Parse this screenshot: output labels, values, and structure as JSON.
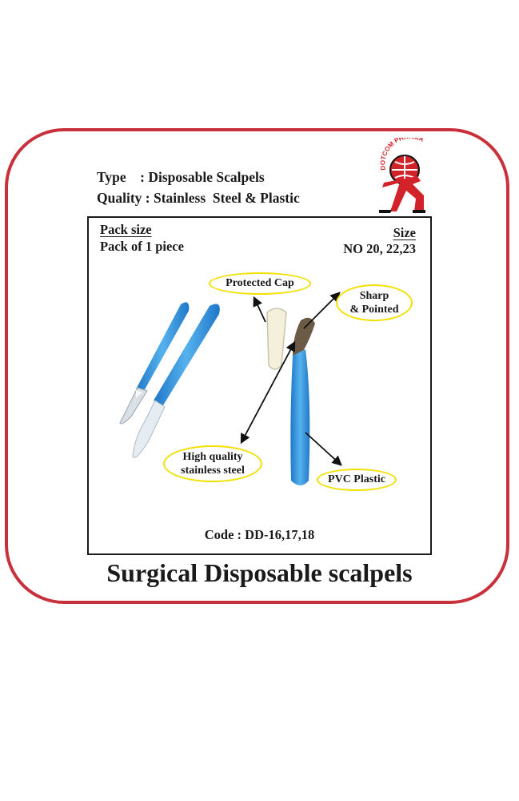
{
  "header": {
    "type_label": "Type",
    "type_value": ": Disposable Scalpels",
    "quality_label": "Quality",
    "quality_value": ": Stainless  Steel & Plastic"
  },
  "logo": {
    "text": "DOTCOM PHARMA",
    "colors": {
      "red": "#d2232a",
      "black": "#111111"
    }
  },
  "pack": {
    "heading": "Pack size",
    "value": "Pack of 1 piece"
  },
  "size": {
    "heading": "Size",
    "value": "NO 20, 22,23"
  },
  "callouts": {
    "cap": "Protected Cap",
    "sharp": "Sharp\n& Pointed",
    "steel": "High quality\nstainless steel",
    "pvc": "PVC Plastic"
  },
  "code": "Code : DD-16,17,18",
  "title": "Surgical Disposable scalpels",
  "colors": {
    "frame": "#c8313b",
    "callout_border": "#f2e000",
    "handle_blue": "#2f8fd6"
  }
}
